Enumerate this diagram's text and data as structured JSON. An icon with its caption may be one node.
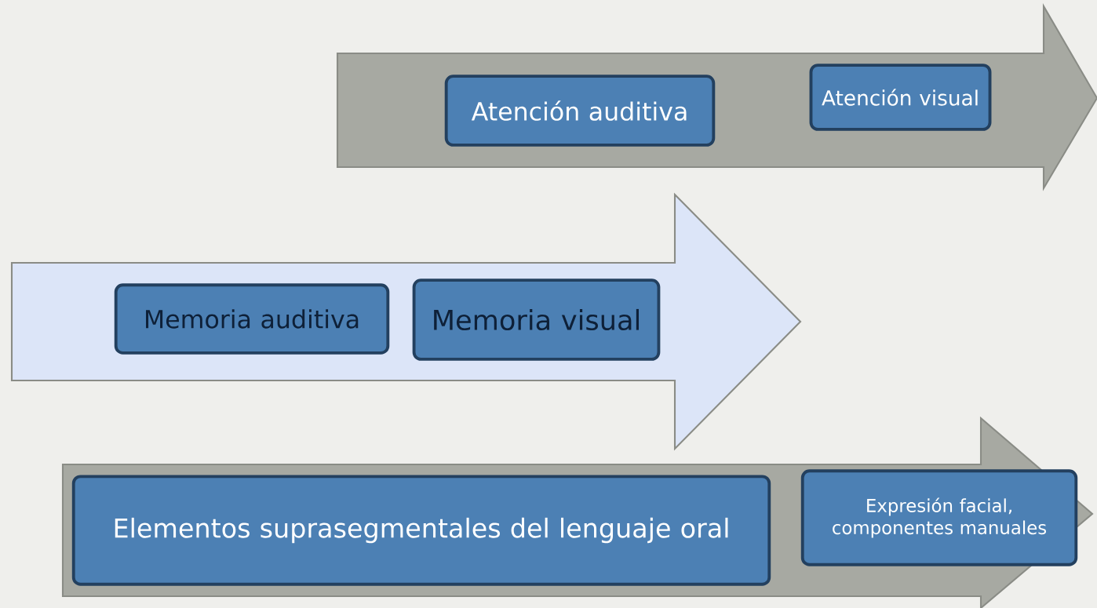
{
  "diagram": {
    "nodes": [
      {
        "text": [],
        "shape": "arrow"
      },
      {
        "text": [
          "Atención auditiva"
        ],
        "in": 0
      },
      {
        "text": [
          "Atención visual"
        ],
        "in": 0
      },
      {
        "text": [],
        "shape": "arrow"
      },
      {
        "text": [
          "Memoria auditiva"
        ],
        "in": 3
      },
      {
        "text": [
          "Memoria visual"
        ],
        "in": 3
      },
      {
        "text": [],
        "shape": "arrow"
      },
      {
        "text": [
          "Elementos suprasegmentales del lenguaje oral"
        ],
        "in": 6
      },
      {
        "text": [
          "Expresión facial, componentes manuales"
        ],
        "in": 6
      }
    ]
  }
}
